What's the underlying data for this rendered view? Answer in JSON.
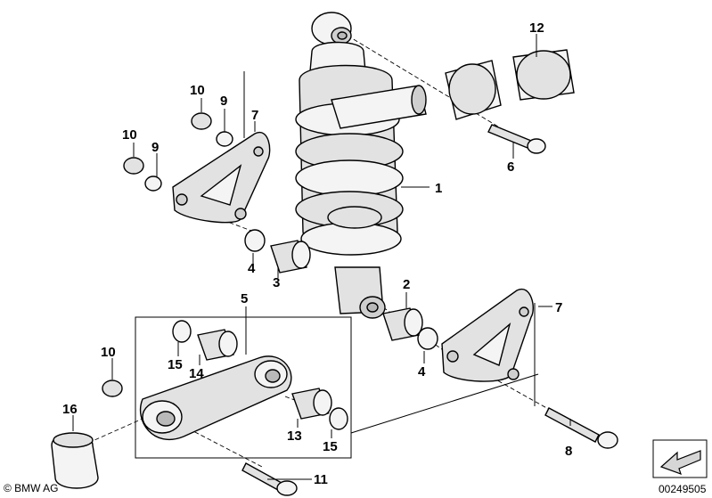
{
  "callouts": {
    "c1": "1",
    "c2": "2",
    "c3": "3",
    "c4a": "4",
    "c4b": "4",
    "c5": "5",
    "c6": "6",
    "c7a": "7",
    "c7b": "7",
    "c8": "8",
    "c9a": "9",
    "c9b": "9",
    "c10a": "10",
    "c10b": "10",
    "c10c": "10",
    "c11": "11",
    "c12": "12",
    "c13": "13",
    "c14": "14",
    "c15a": "15",
    "c15b": "15",
    "c16": "16"
  },
  "footer": {
    "copyright": "© BMW AG",
    "image_number": "00249505"
  },
  "icons": {
    "copyright": "copyright-logo",
    "corner": "arrow-symbol-icon"
  },
  "colors": {
    "line": "#000000",
    "fill_light": "#f4f4f4",
    "fill_mid": "#e2e2e2",
    "fill_dark": "#b9b9b9"
  }
}
